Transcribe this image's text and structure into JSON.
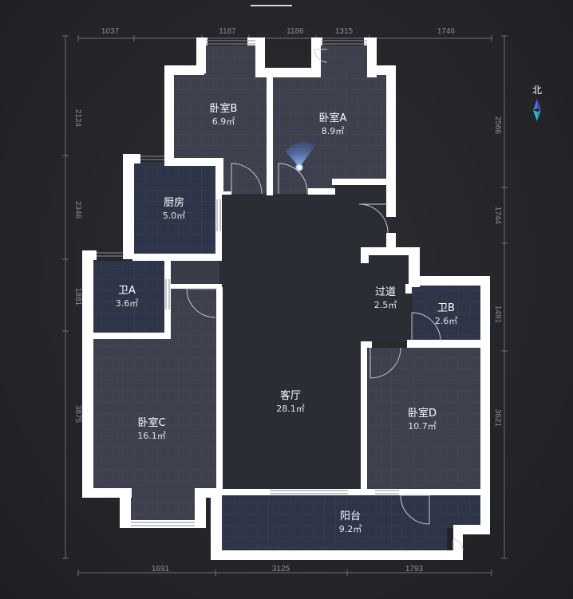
{
  "compass": {
    "label": "北",
    "icon": "north-arrow-icon"
  },
  "dimensions": {
    "top": [
      "1037",
      "1187",
      "1186",
      "1315",
      "1746"
    ],
    "bottom": [
      "1691",
      "3125",
      "1793"
    ],
    "left": [
      "2124",
      "2346",
      "1881",
      "3875"
    ],
    "right": [
      "2566",
      "1744",
      "1491",
      "3621"
    ]
  },
  "rooms": [
    {
      "id": "bedroom-b",
      "name": "卧室B",
      "area": "6.9㎡"
    },
    {
      "id": "bedroom-a",
      "name": "卧室A",
      "area": "8.9㎡"
    },
    {
      "id": "kitchen",
      "name": "厨房",
      "area": "5.0㎡"
    },
    {
      "id": "bath-a",
      "name": "卫A",
      "area": "3.6㎡"
    },
    {
      "id": "corridor",
      "name": "过道",
      "area": "2.5㎡"
    },
    {
      "id": "bath-b",
      "name": "卫B",
      "area": "2.6㎡"
    },
    {
      "id": "living",
      "name": "客厅",
      "area": "28.1㎡"
    },
    {
      "id": "bedroom-c",
      "name": "卧室C",
      "area": "16.1㎡"
    },
    {
      "id": "bedroom-d",
      "name": "卧室D",
      "area": "10.7㎡"
    },
    {
      "id": "balcony",
      "name": "阳台",
      "area": "9.2㎡"
    }
  ],
  "colors": {
    "background": "#25262a",
    "wall": "#ffffff",
    "floor_light": "#3d3f4c",
    "floor_dark": "#2e3447",
    "living_floor": "#2c2e36",
    "viewpoint": "#4a7fd6"
  }
}
